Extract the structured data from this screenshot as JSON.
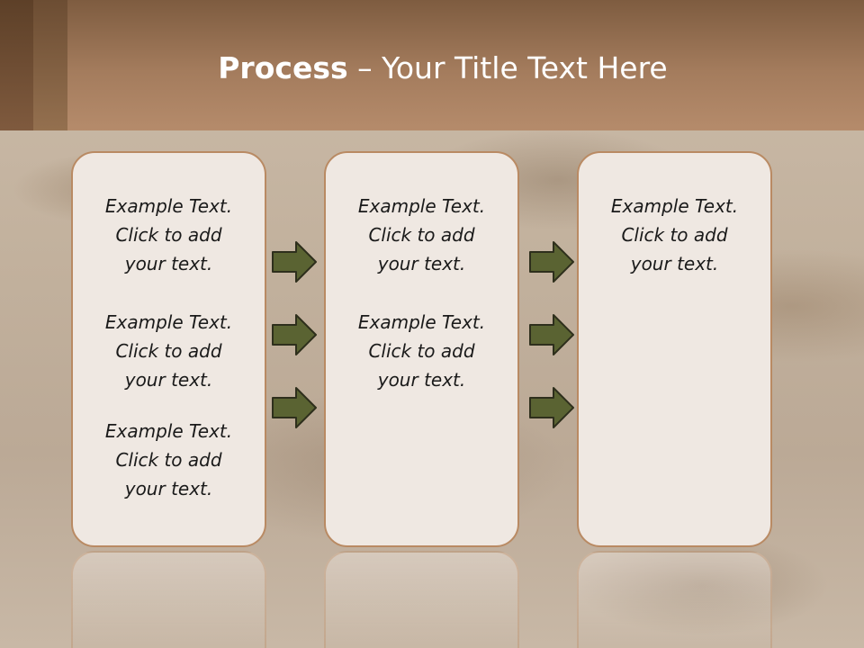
{
  "title": {
    "bold": "Process",
    "rest": " – Your Title Text Here"
  },
  "columns": [
    {
      "items": [
        {
          "line1": "Example Text.",
          "line2": "Click  to add",
          "line3": "your text."
        },
        {
          "line1": "Example Text.",
          "line2": "Click  to add",
          "line3": "your text."
        },
        {
          "line1": "Example Text.",
          "line2": "Click  to add",
          "line3": "your text."
        }
      ]
    },
    {
      "items": [
        {
          "line1": "Example Text.",
          "line2": "Click  to add",
          "line3": "your text."
        },
        {
          "line1": "Example Text.",
          "line2": "Click  to add",
          "line3": "your text."
        }
      ]
    },
    {
      "items": [
        {
          "line1": "Example Text.",
          "line2": "Click  to add",
          "line3": "your text."
        }
      ]
    }
  ],
  "arrows": {
    "count_per_gap": 3,
    "color": "#5a6332"
  },
  "colors": {
    "header": "#a47c5d",
    "box_fill": "#efe8e2",
    "box_border": "#b98a63",
    "title_text": "#ffffff"
  }
}
